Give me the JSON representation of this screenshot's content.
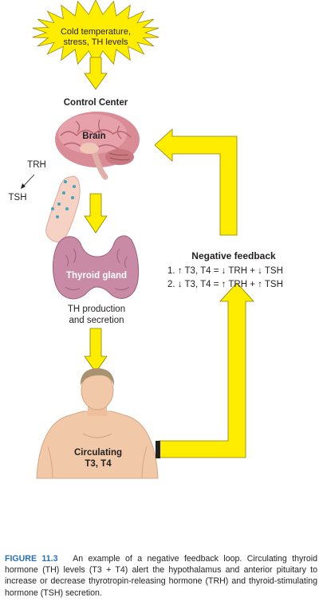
{
  "stimulus": {
    "line1": "Cold temperature,",
    "line2": "stress, TH levels"
  },
  "control_center": "Control Center",
  "labels": {
    "brain": "Brain",
    "trh": "TRH",
    "tsh": "TSH",
    "thyroid": "Thyroid gland",
    "th_line1": "TH production",
    "th_line2": "and secretion",
    "circ_line1": "Circulating",
    "circ_line2": "T3, T4"
  },
  "feedback": {
    "title": "Negative feedback",
    "line1": "1. ↑ T3, T4 = ↓ TRH + ↓ TSH",
    "line2": "2. ↓ T3, T4 = ↑ TRH + ↑ TSH"
  },
  "caption": {
    "figure": "FIGURE 11.3",
    "text": "An example of a negative feedback loop. Circulating thyroid hormone (TH) levels (T3 + T4) alert the hypothalamus and anterior pituitary to increase or decrease thyrotropin-releasing hormone (TRH) and thyroid-stimulating hormone (TSH) secretion."
  },
  "colors": {
    "arrow_yellow": "#ffed00",
    "arrow_stroke": "#9a8a00",
    "brain": "#d98b96",
    "thyroid": "#c98aa6",
    "skin": "#f2c9a8",
    "caption_blue": "#2a6fb4"
  }
}
